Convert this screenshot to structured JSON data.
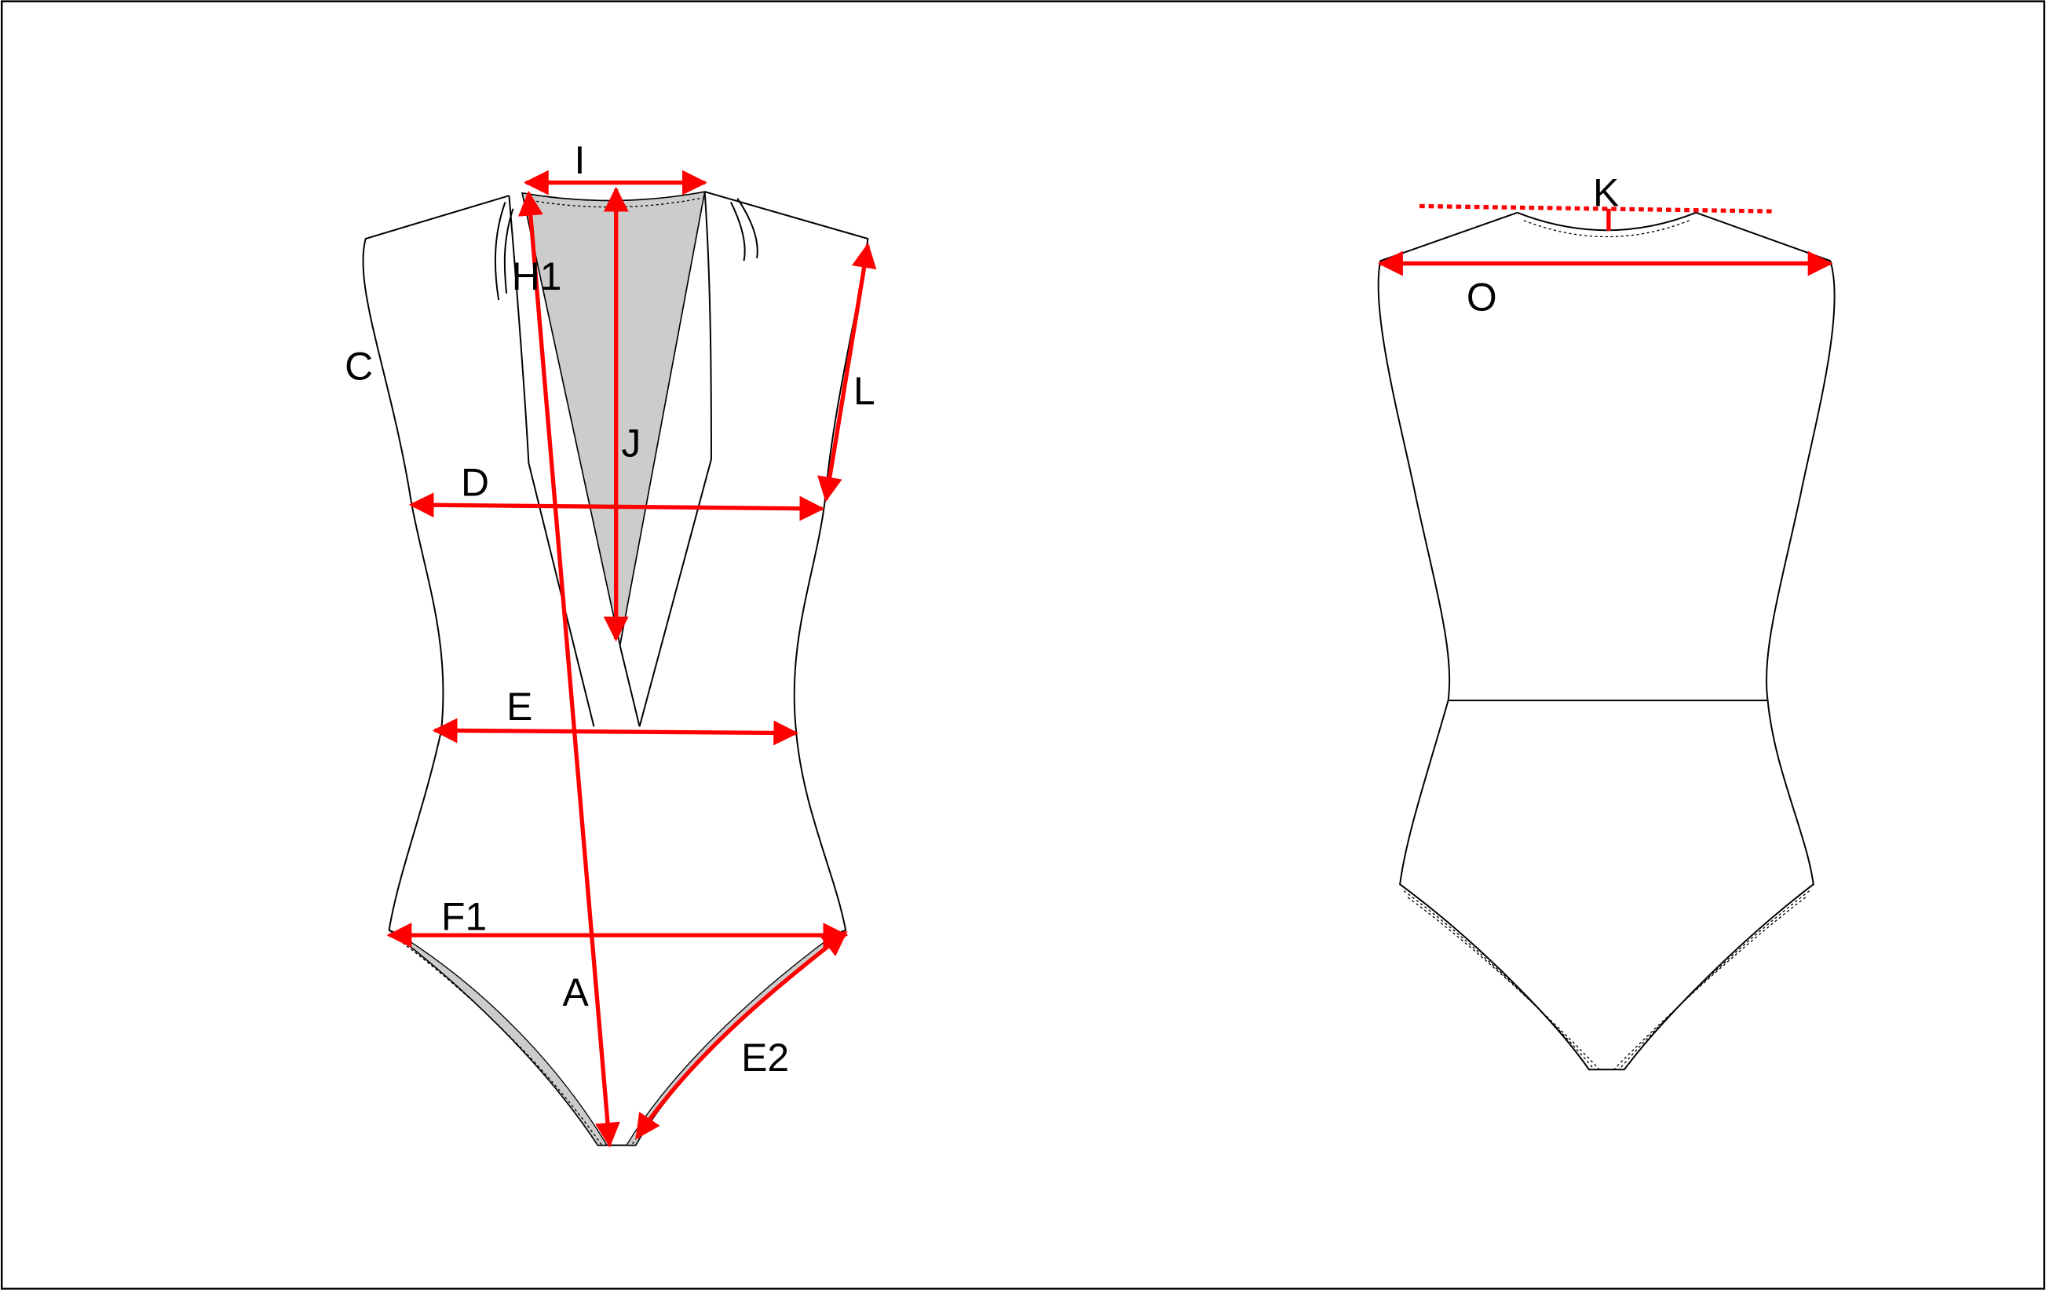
{
  "colors": {
    "measure": "#ff0000",
    "panel_fill": "#cccccc",
    "outline": "#000000"
  },
  "front": {
    "labels": {
      "I": "I",
      "H1": "H1",
      "C": "C",
      "J": "J",
      "L": "L",
      "D": "D",
      "E": "E",
      "F1": "F1",
      "A": "A",
      "E2": "E2"
    }
  },
  "back": {
    "labels": {
      "K": "K",
      "O": "O"
    }
  }
}
